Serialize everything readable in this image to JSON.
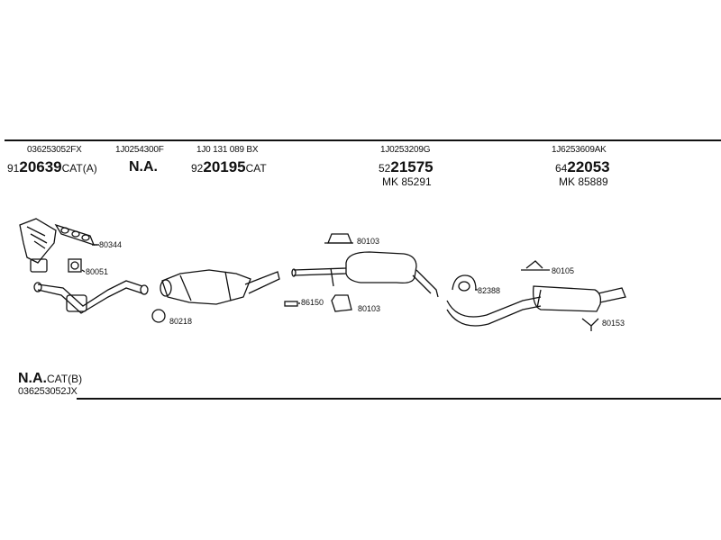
{
  "columns": [
    {
      "part_no": "036253052FX",
      "prefix": "91",
      "code": "20639",
      "suffix": "CAT(A)"
    },
    {
      "part_no": "1J0254300F",
      "na": "N.A."
    },
    {
      "part_no": "1J0 131 089 BX",
      "prefix": "92",
      "code": "20195",
      "suffix": "CAT"
    },
    {
      "part_no": "1J0253209G",
      "prefix": "52",
      "code": "21575",
      "mk": "MK  85291"
    },
    {
      "part_no": "1J6253609AK",
      "prefix": "64",
      "code": "22053",
      "mk": "MK  85889"
    }
  ],
  "callouts": {
    "c80344": "80344",
    "c80051": "80051",
    "c80218": "80218",
    "c80103a": "80103",
    "c86150": "86150",
    "c80103b": "80103",
    "c82388": "82388",
    "c80105": "80105",
    "c80153": "80153"
  },
  "footer": {
    "na": "N.A.",
    "cat": "CAT(B)",
    "part_no": "036253052JX"
  }
}
